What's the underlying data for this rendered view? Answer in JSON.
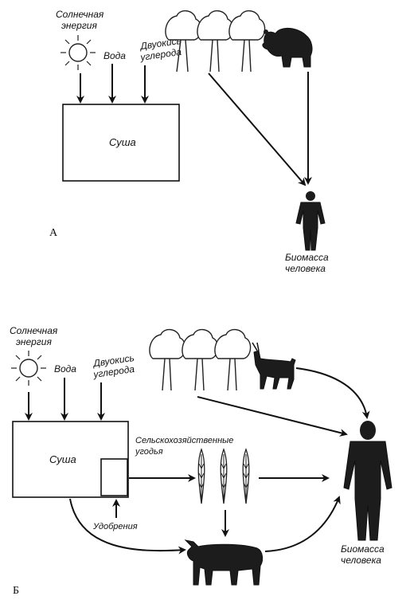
{
  "panel_a": {
    "letter": "А",
    "sun_label": [
      "Солнечная",
      "энергия"
    ],
    "water_label": "Вода",
    "co2_label": [
      "Двуокись",
      "углерода"
    ],
    "land_label": "Суша",
    "human_label": [
      "Биомасса",
      "человека"
    ]
  },
  "panel_b": {
    "letter": "Б",
    "sun_label": [
      "Солнечная",
      "энергия"
    ],
    "water_label": "Вода",
    "co2_label": [
      "Двуокись",
      "углерода"
    ],
    "land_label": "Суша",
    "farmland_label": [
      "Сельскохозяйственные",
      "угодья"
    ],
    "fertilizer_label": "Удобрения",
    "human_label": [
      "Биомасса",
      "человека"
    ]
  },
  "icons": [
    "sun-icon",
    "tree-icon",
    "bear-icon",
    "goat-icon",
    "cow-icon",
    "wheat-icon",
    "human-icon"
  ]
}
